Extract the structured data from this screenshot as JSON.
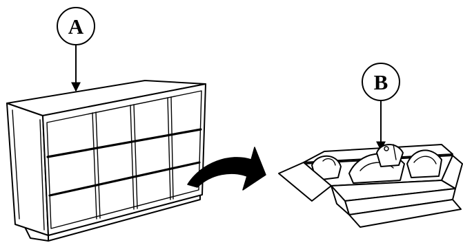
{
  "callouts": {
    "a": {
      "label": "A"
    },
    "b": {
      "label": "B"
    }
  },
  "figure": {
    "parts": [
      "cabinet",
      "transfer-arrow",
      "open-box",
      "packed-items"
    ]
  }
}
